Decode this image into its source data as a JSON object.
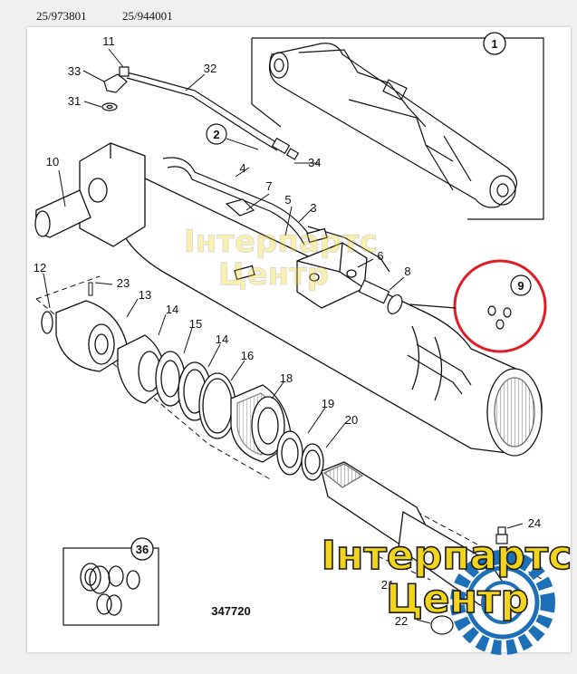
{
  "header": {
    "part_number_1": "25/973801",
    "part_number_2": "25/944001"
  },
  "drawing_number": "347720",
  "callouts": {
    "c1": "1",
    "c2": "2",
    "c3": "3",
    "c4": "4",
    "c5": "5",
    "c6": "6",
    "c7": "7",
    "c8": "8",
    "c9": "9",
    "c10": "10",
    "c11": "11",
    "c12": "12",
    "c13": "13",
    "c14a": "14",
    "c14b": "14",
    "c15": "15",
    "c16": "16",
    "c18": "18",
    "c19": "19",
    "c20": "20",
    "c21": "21",
    "c22": "22",
    "c23": "23",
    "c24": "24",
    "c31": "31",
    "c32": "32",
    "c33": "33",
    "c34": "34",
    "c36": "36"
  },
  "watermark": {
    "line1": "Інтерпартс",
    "line2": "Центр",
    "color_main": "#f2d51a",
    "color_outline": "#1a1a1a",
    "gear_color": "#1d6fb8"
  },
  "highlight": {
    "color": "#e01c24",
    "callout": "9"
  }
}
